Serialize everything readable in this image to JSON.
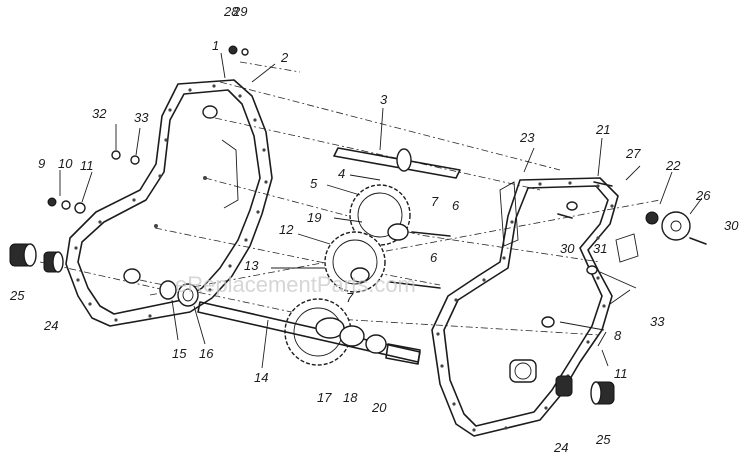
{
  "watermark": "eReplacementParts.com",
  "callouts": [
    "28",
    "29",
    "1",
    "2",
    "3",
    "32",
    "33",
    "9",
    "10",
    "11",
    "25",
    "24",
    "4",
    "5",
    "19",
    "12",
    "13",
    "15",
    "16",
    "14",
    "17",
    "18",
    "20",
    "7",
    "6",
    "7",
    "6",
    "23",
    "21",
    "27",
    "22",
    "26",
    "30",
    "30",
    "31",
    "33",
    "8",
    "11",
    "24",
    "25"
  ]
}
